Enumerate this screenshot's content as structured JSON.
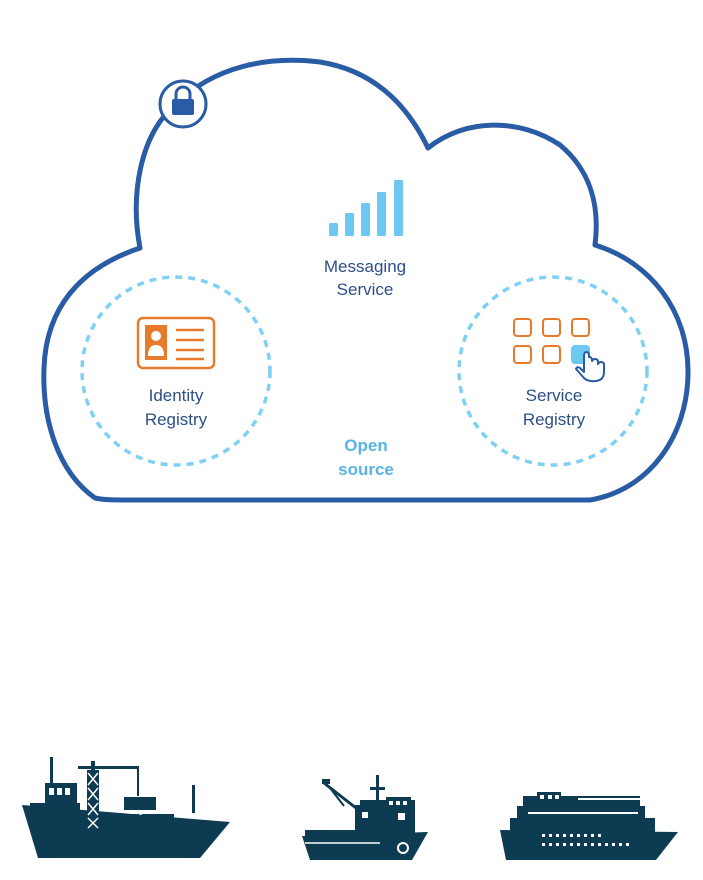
{
  "colors": {
    "cloud_outline": "#2a5ca6",
    "label_dark": "#2c4f86",
    "label_light": "#59b3e6",
    "dashed_ring": "#7fd0f5",
    "signal_bars": "#6cc7f1",
    "registry_orange": "#e87a2c",
    "ship_fill": "#0d3b52"
  },
  "icons": {
    "lock": "lock-icon",
    "signal": "signal-bars-icon",
    "id_card": "id-card-icon",
    "app_grid": "app-grid-icon",
    "hand_pointer": "hand-pointer-icon",
    "ships": [
      "container-ship-icon",
      "work-boat-icon",
      "cruise-ship-icon"
    ]
  },
  "messaging": {
    "line1": "Messaging",
    "line2": "Service"
  },
  "identity": {
    "line1": "Identity",
    "line2": "Registry"
  },
  "service": {
    "line1": "Service",
    "line2": "Registry"
  },
  "open_source": {
    "line1": "Open",
    "line2": "source"
  }
}
